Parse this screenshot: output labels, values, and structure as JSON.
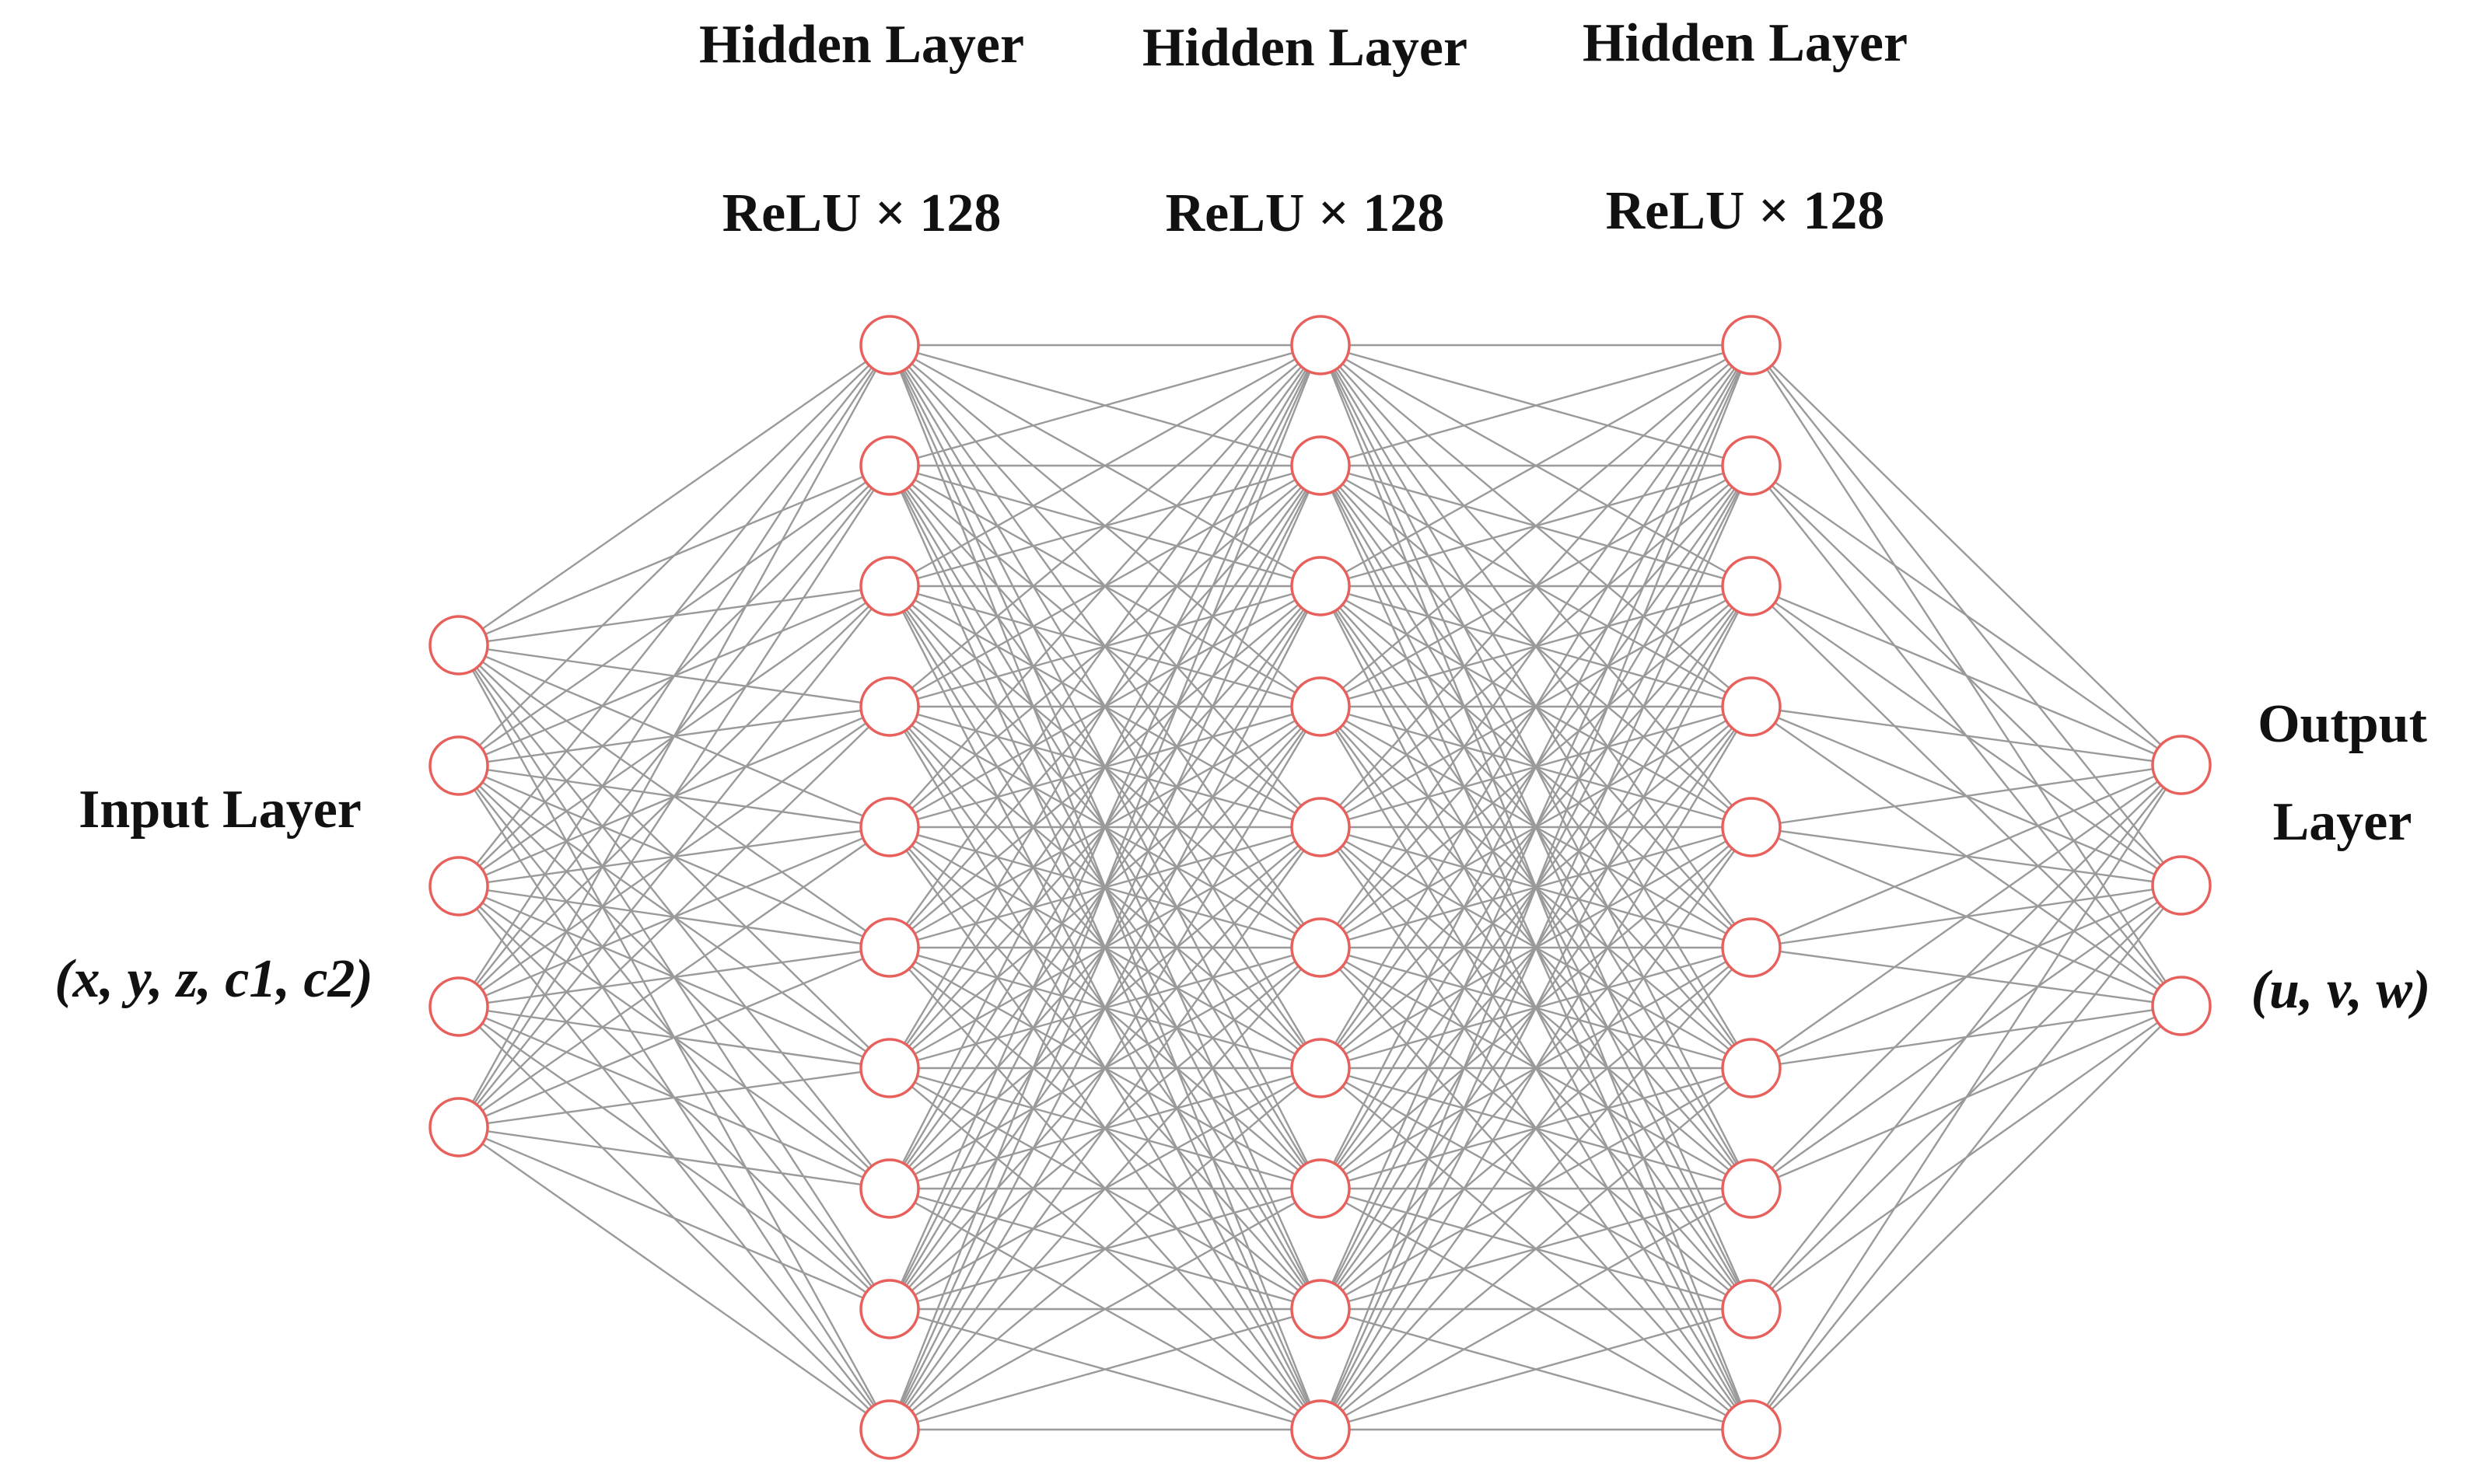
{
  "diagram": {
    "colors": {
      "neuron_stroke": "#e8605c",
      "edge": "#9a9a9a",
      "text": "#111111"
    },
    "layers": [
      {
        "id": "input",
        "neurons": 5,
        "title_lines": [
          "Input Layer"
        ],
        "detail": "(x, y, z, c1, c2)"
      },
      {
        "id": "hidden-1",
        "neurons": 10,
        "title_lines": [
          "Hidden Layer"
        ],
        "detail": "ReLU × 128"
      },
      {
        "id": "hidden-2",
        "neurons": 10,
        "title_lines": [
          "Hidden Layer"
        ],
        "detail": "ReLU × 128"
      },
      {
        "id": "hidden-3",
        "neurons": 10,
        "title_lines": [
          "Hidden Layer"
        ],
        "detail": "ReLU × 128"
      },
      {
        "id": "output",
        "neurons": 3,
        "title_lines": [
          "Output",
          "Layer"
        ],
        "detail": "(u, v, w)"
      }
    ]
  }
}
